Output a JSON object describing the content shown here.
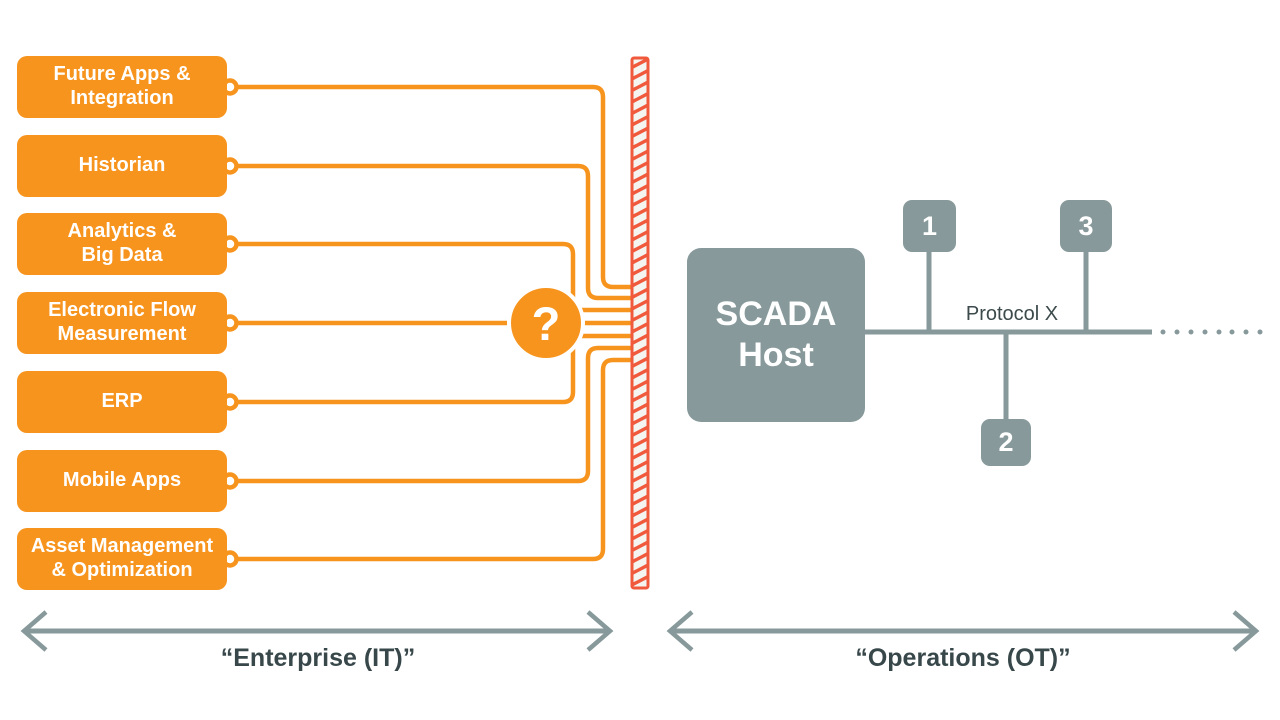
{
  "colors": {
    "orange": "#F7941E",
    "barrier_red": "#F0593C",
    "barrier_fill": "#F4F4F1",
    "gray": "#87999A",
    "dark_text": "#3C4A4B",
    "white": "#FFFFFF"
  },
  "left": {
    "boxes": [
      {
        "label": "Future Apps &\nIntegration"
      },
      {
        "label": "Historian"
      },
      {
        "label": "Analytics &\nBig Data"
      },
      {
        "label": "Electronic Flow\nMeasurement"
      },
      {
        "label": "ERP"
      },
      {
        "label": "Mobile Apps"
      },
      {
        "label": "Asset Management\n& Optimization"
      }
    ],
    "question_mark": "?"
  },
  "right": {
    "scada": {
      "line1": "SCADA",
      "line2": "Host"
    },
    "protocol_label": "Protocol X",
    "nodes": [
      {
        "label": "1"
      },
      {
        "label": "2"
      },
      {
        "label": "3"
      }
    ]
  },
  "footer": {
    "enterprise_label": "“Enterprise (IT)”",
    "operations_label": "“Operations (OT)”"
  }
}
